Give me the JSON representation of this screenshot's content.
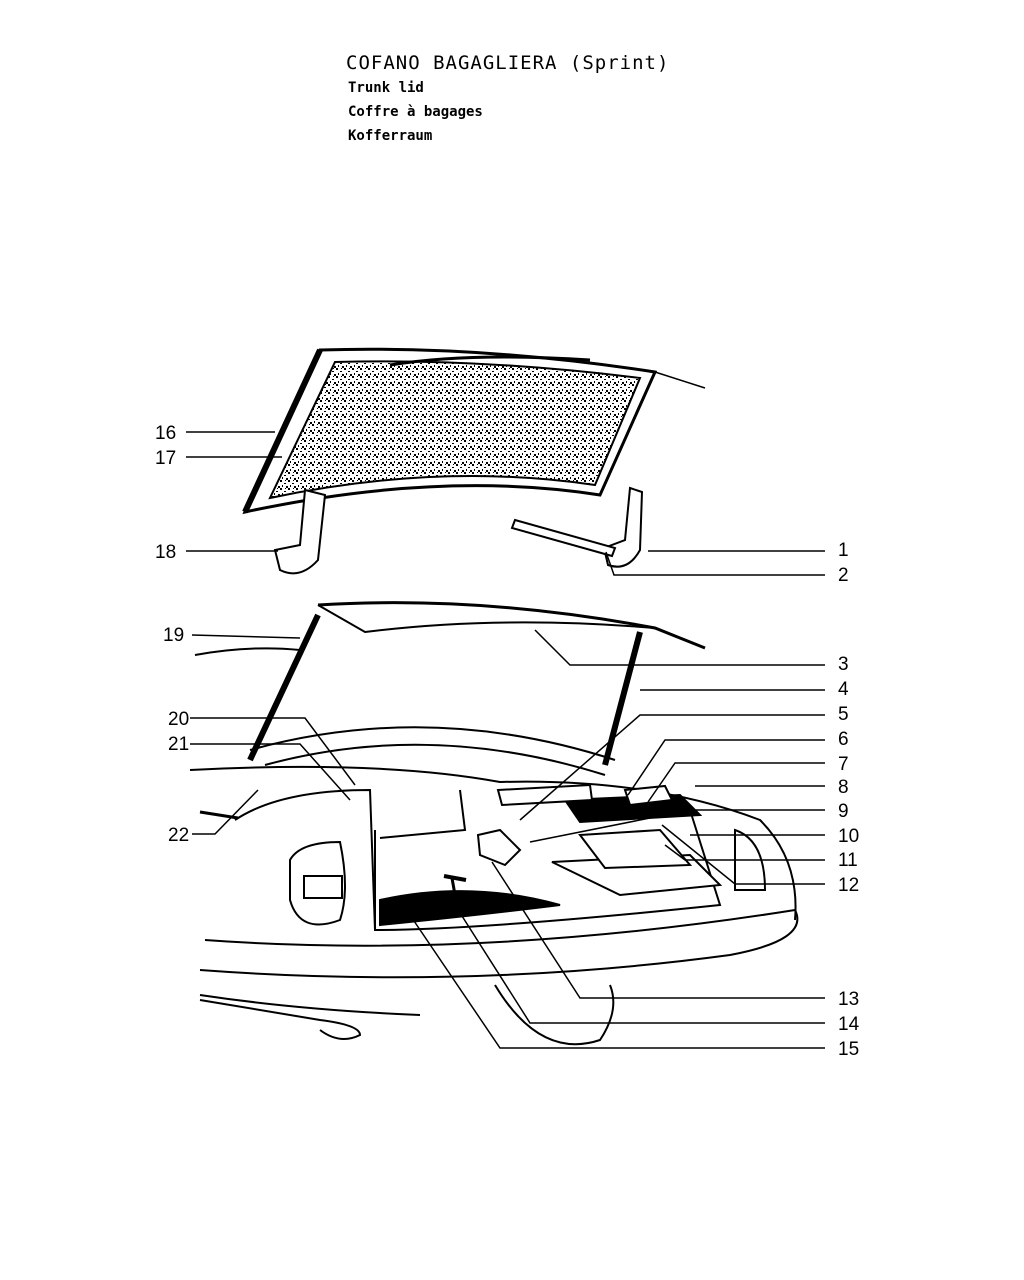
{
  "header": {
    "title": "COFANO BAGAGLIERA (Sprint)",
    "lines": [
      "Trunk lid",
      "Coffre à bagages",
      "Kofferraum"
    ]
  },
  "callouts": [
    "16",
    "17",
    "18",
    "1",
    "2",
    "19",
    "3",
    "4",
    "20",
    "5",
    "21",
    "6",
    "7",
    "8",
    "22",
    "9",
    "10",
    "11",
    "12",
    "13",
    "14",
    "15"
  ]
}
